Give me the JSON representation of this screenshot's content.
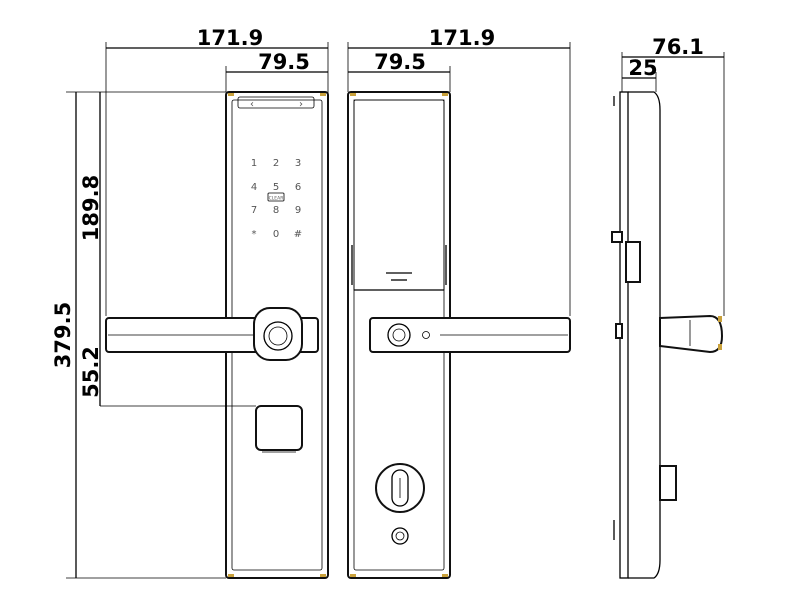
{
  "dimensions": {
    "front_total_width": "171.9",
    "front_plate_width": "79.5",
    "back_total_width": "171.9",
    "back_plate_width": "79.5",
    "side_total_depth": "76.1",
    "side_plate_depth": "25",
    "keypad_height": "189.8",
    "total_height": "379.5",
    "handle_offset": "55.2"
  },
  "keypad": {
    "keys": [
      "1",
      "2",
      "3",
      "4",
      "5",
      "6",
      "7",
      "8",
      "9",
      "*",
      "0",
      "#"
    ],
    "badge": "CLEAR",
    "top_left_arrow": "‹",
    "top_right_arrow": "›"
  },
  "colors": {
    "outline": "#111111",
    "accent_gold": "#c9a13b"
  }
}
